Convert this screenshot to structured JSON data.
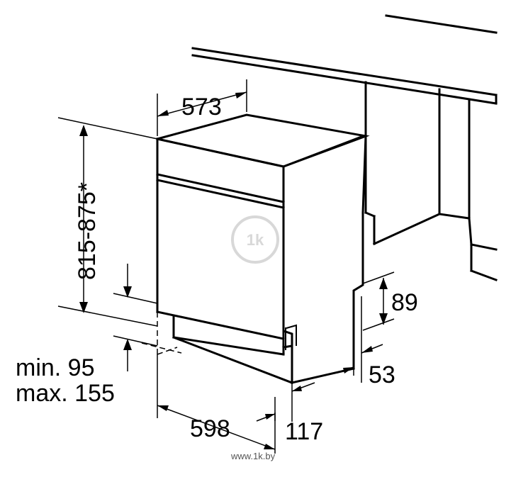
{
  "dimensions": {
    "depth_top": "573",
    "height": "815-875*",
    "plinth_min": "min. 95",
    "plinth_max": "max. 155",
    "width": "598",
    "door_offset": "117",
    "panel_height": "89",
    "panel_depth": "53"
  },
  "watermark": "www.1k.by",
  "logo": "1k"
}
